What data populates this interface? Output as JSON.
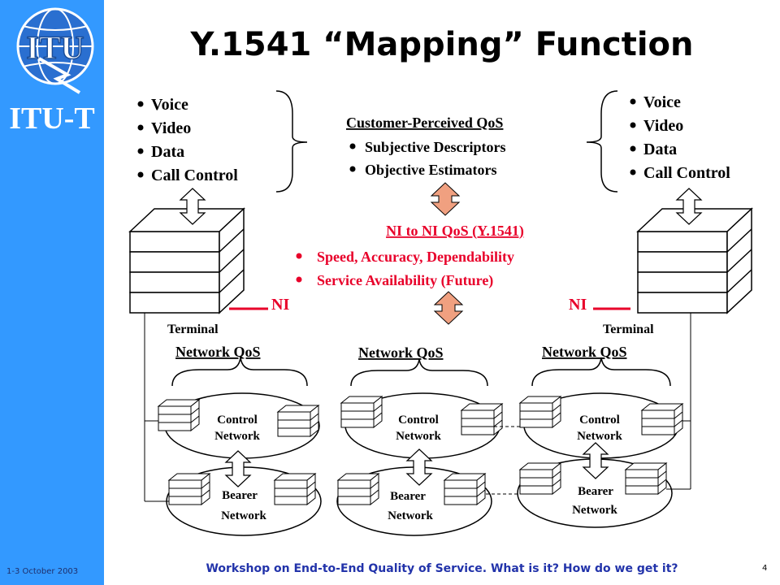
{
  "sidebar": {
    "logo_text": "ITU",
    "org": "ITU-T",
    "date": "1-3 October 2003"
  },
  "slide": {
    "title": "Y.1541 “Mapping” Function",
    "page": "4",
    "footer": "Workshop on End-to-End Quality of Service. What is it? How do we get it?"
  },
  "diagram": {
    "left_apps": [
      "Voice",
      "Video",
      "Data",
      "Call Control"
    ],
    "right_apps": [
      "Voice",
      "Video",
      "Data",
      "Call Control"
    ],
    "customer_qos": {
      "heading": "Customer-Perceived QoS",
      "items": [
        "Subjective Descriptors",
        "Objective Estimators"
      ]
    },
    "ni_qos": {
      "heading": "NI to NI QoS (Y.1541)",
      "items": [
        "Speed, Accuracy, Dependability",
        "Service Availability (Future)"
      ]
    },
    "ni_label": "NI",
    "terminal_label": "Terminal",
    "network_qos_label": "Network QoS",
    "control_network": [
      "Control",
      "Network"
    ],
    "bearer_network": [
      "Bearer",
      "Network"
    ]
  },
  "colors": {
    "sidebar": "#3399ff",
    "red_text": "#e8002a",
    "arrow_orange": "#f0a080",
    "footer_blue": "#2233aa"
  }
}
